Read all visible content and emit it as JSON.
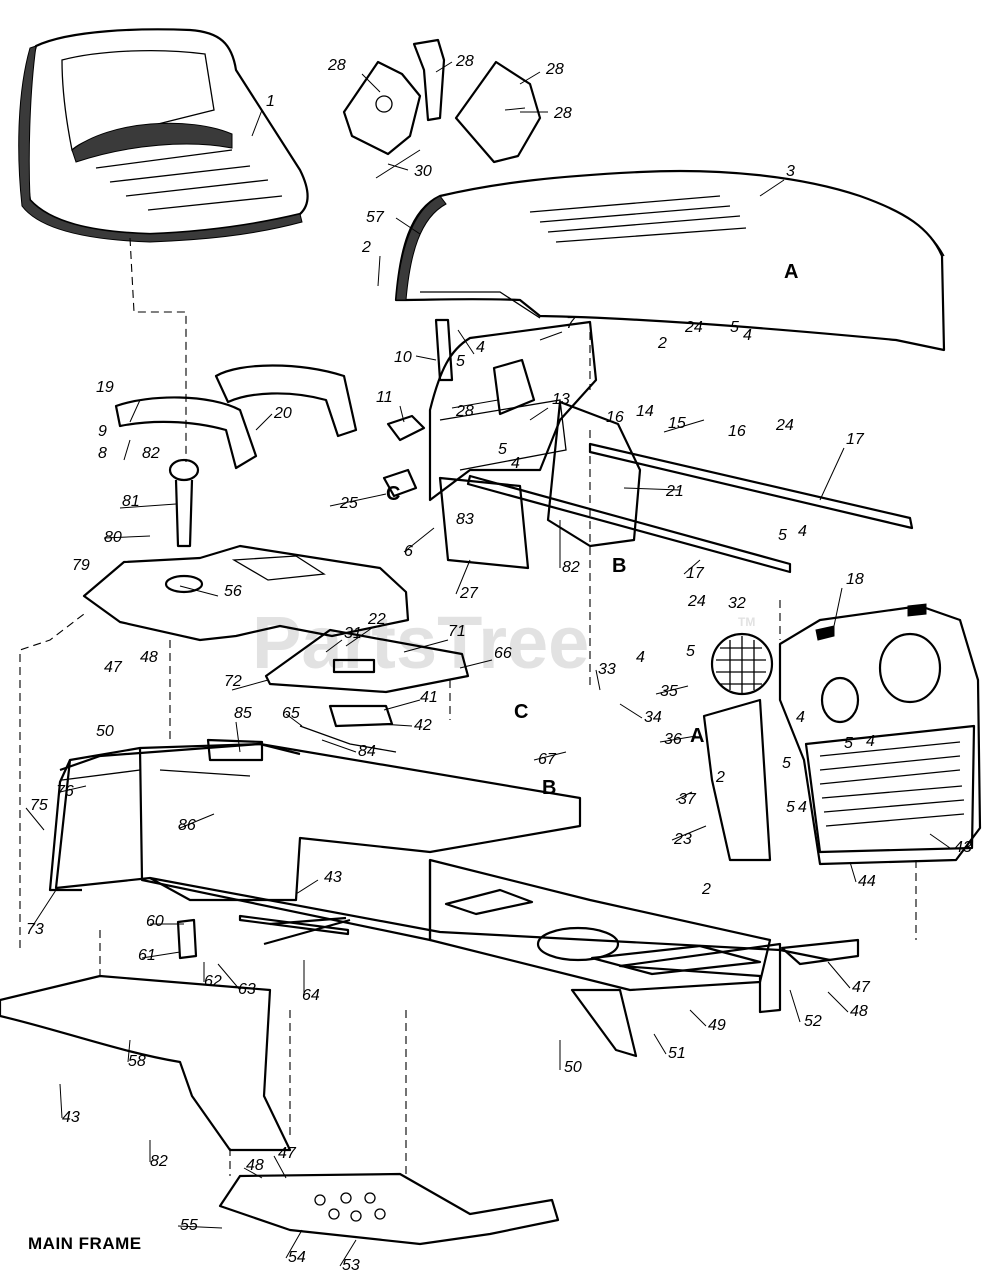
{
  "title": "MAIN FRAME",
  "watermark": "PartsTree",
  "watermark_tm": "TM",
  "callouts": [
    {
      "id": "c1",
      "text": "1"
    },
    {
      "id": "c2a",
      "text": "2"
    },
    {
      "id": "c2b",
      "text": "2"
    },
    {
      "id": "c2c",
      "text": "2"
    },
    {
      "id": "c2d",
      "text": "2"
    },
    {
      "id": "c3",
      "text": "3"
    },
    {
      "id": "c4a",
      "text": "4"
    },
    {
      "id": "c4b",
      "text": "4"
    },
    {
      "id": "c4c",
      "text": "4"
    },
    {
      "id": "c4d",
      "text": "4"
    },
    {
      "id": "c4e",
      "text": "4"
    },
    {
      "id": "c4f",
      "text": "4"
    },
    {
      "id": "c4g",
      "text": "4"
    },
    {
      "id": "c4h",
      "text": "4"
    },
    {
      "id": "c5a",
      "text": "5"
    },
    {
      "id": "c5b",
      "text": "5"
    },
    {
      "id": "c5c",
      "text": "5"
    },
    {
      "id": "c5d",
      "text": "5"
    },
    {
      "id": "c5e",
      "text": "5"
    },
    {
      "id": "c5f",
      "text": "5"
    },
    {
      "id": "c5g",
      "text": "5"
    },
    {
      "id": "c5h",
      "text": "5"
    },
    {
      "id": "c6",
      "text": "6"
    },
    {
      "id": "c7",
      "text": "7"
    },
    {
      "id": "c8",
      "text": "8"
    },
    {
      "id": "c9",
      "text": "9"
    },
    {
      "id": "c10",
      "text": "10"
    },
    {
      "id": "c11",
      "text": "11"
    },
    {
      "id": "c13",
      "text": "13"
    },
    {
      "id": "c14",
      "text": "14"
    },
    {
      "id": "c15",
      "text": "15"
    },
    {
      "id": "c16a",
      "text": "16"
    },
    {
      "id": "c16b",
      "text": "16"
    },
    {
      "id": "c17a",
      "text": "17"
    },
    {
      "id": "c17b",
      "text": "17"
    },
    {
      "id": "c18",
      "text": "18"
    },
    {
      "id": "c19",
      "text": "19"
    },
    {
      "id": "c20",
      "text": "20"
    },
    {
      "id": "c21",
      "text": "21"
    },
    {
      "id": "c22",
      "text": "22"
    },
    {
      "id": "c23",
      "text": "23"
    },
    {
      "id": "c24a",
      "text": "24"
    },
    {
      "id": "c24b",
      "text": "24"
    },
    {
      "id": "c24c",
      "text": "24"
    },
    {
      "id": "c25",
      "text": "25"
    },
    {
      "id": "c27",
      "text": "27"
    },
    {
      "id": "c28a",
      "text": "28"
    },
    {
      "id": "c28b",
      "text": "28"
    },
    {
      "id": "c28c",
      "text": "28"
    },
    {
      "id": "c28d",
      "text": "28"
    },
    {
      "id": "c28e",
      "text": "28"
    },
    {
      "id": "c30",
      "text": "30"
    },
    {
      "id": "c31",
      "text": "31"
    },
    {
      "id": "c32",
      "text": "32"
    },
    {
      "id": "c33",
      "text": "33"
    },
    {
      "id": "c34",
      "text": "34"
    },
    {
      "id": "c35",
      "text": "35"
    },
    {
      "id": "c36",
      "text": "36"
    },
    {
      "id": "c37",
      "text": "37"
    },
    {
      "id": "c41",
      "text": "41"
    },
    {
      "id": "c42",
      "text": "42"
    },
    {
      "id": "c43a",
      "text": "43"
    },
    {
      "id": "c43b",
      "text": "43"
    },
    {
      "id": "c43c",
      "text": "43"
    },
    {
      "id": "c44",
      "text": "44"
    },
    {
      "id": "c47a",
      "text": "47"
    },
    {
      "id": "c47b",
      "text": "47"
    },
    {
      "id": "c47c",
      "text": "47"
    },
    {
      "id": "c48a",
      "text": "48"
    },
    {
      "id": "c48b",
      "text": "48"
    },
    {
      "id": "c48c",
      "text": "48"
    },
    {
      "id": "c49",
      "text": "49"
    },
    {
      "id": "c50a",
      "text": "50"
    },
    {
      "id": "c50b",
      "text": "50"
    },
    {
      "id": "c51",
      "text": "51"
    },
    {
      "id": "c52",
      "text": "52"
    },
    {
      "id": "c53",
      "text": "53"
    },
    {
      "id": "c54",
      "text": "54"
    },
    {
      "id": "c55",
      "text": "55"
    },
    {
      "id": "c56",
      "text": "56"
    },
    {
      "id": "c57",
      "text": "57"
    },
    {
      "id": "c58",
      "text": "58"
    },
    {
      "id": "c60",
      "text": "60"
    },
    {
      "id": "c61",
      "text": "61"
    },
    {
      "id": "c62",
      "text": "62"
    },
    {
      "id": "c63",
      "text": "63"
    },
    {
      "id": "c64",
      "text": "64"
    },
    {
      "id": "c65",
      "text": "65"
    },
    {
      "id": "c66",
      "text": "66"
    },
    {
      "id": "c67",
      "text": "67"
    },
    {
      "id": "c71",
      "text": "71"
    },
    {
      "id": "c72",
      "text": "72"
    },
    {
      "id": "c73",
      "text": "73"
    },
    {
      "id": "c75",
      "text": "75"
    },
    {
      "id": "c76",
      "text": "76"
    },
    {
      "id": "c79",
      "text": "79"
    },
    {
      "id": "c80",
      "text": "80"
    },
    {
      "id": "c81",
      "text": "81"
    },
    {
      "id": "c82a",
      "text": "82"
    },
    {
      "id": "c82b",
      "text": "82"
    },
    {
      "id": "c82c",
      "text": "82"
    },
    {
      "id": "c83",
      "text": "83"
    },
    {
      "id": "c84",
      "text": "84"
    },
    {
      "id": "c85",
      "text": "85"
    },
    {
      "id": "c86",
      "text": "86"
    }
  ],
  "reference_marks": [
    {
      "id": "refA1",
      "text": "A"
    },
    {
      "id": "refA2",
      "text": "A"
    },
    {
      "id": "refB1",
      "text": "B"
    },
    {
      "id": "refB2",
      "text": "B"
    },
    {
      "id": "refC1",
      "text": "C"
    },
    {
      "id": "refC2",
      "text": "C"
    }
  ]
}
